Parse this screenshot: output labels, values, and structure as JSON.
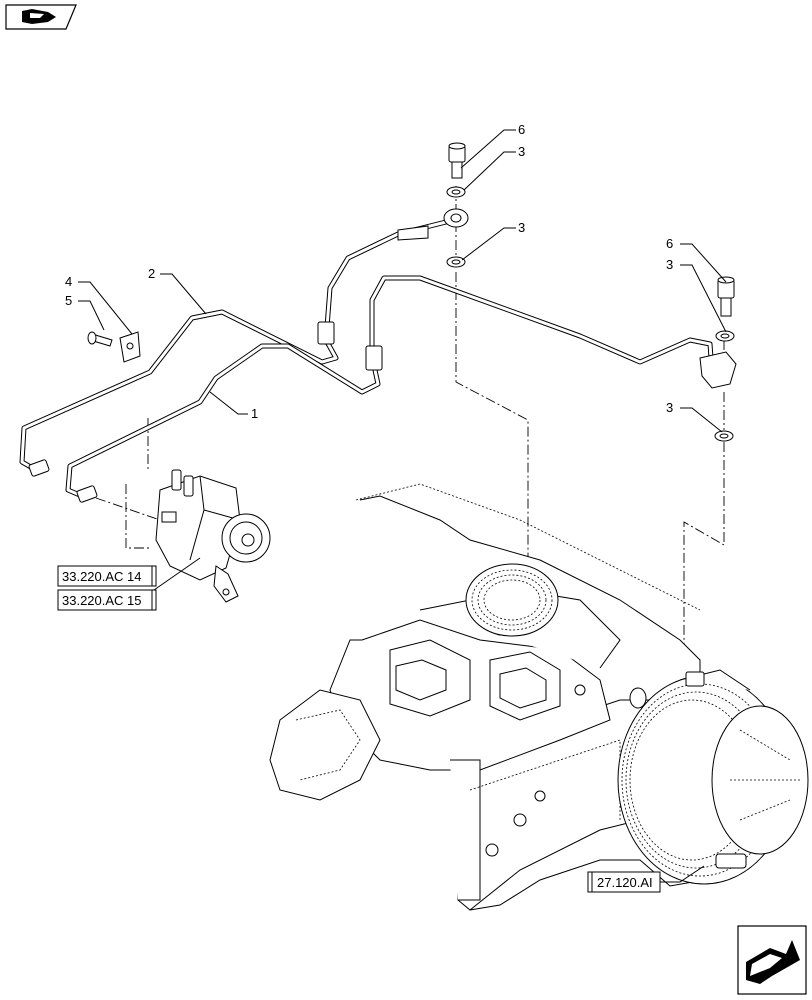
{
  "callouts": [
    {
      "id": "c6a",
      "text": "6"
    },
    {
      "id": "c3a",
      "text": "3"
    },
    {
      "id": "c3b",
      "text": "3"
    },
    {
      "id": "c6b",
      "text": "6"
    },
    {
      "id": "c3c",
      "text": "3"
    },
    {
      "id": "c3d",
      "text": "3"
    },
    {
      "id": "c4",
      "text": "4"
    },
    {
      "id": "c2",
      "text": "2"
    },
    {
      "id": "c5",
      "text": "5"
    },
    {
      "id": "c1",
      "text": "1"
    }
  ],
  "references": [
    {
      "id": "ref1",
      "text": "33.220.AC 14"
    },
    {
      "id": "ref2",
      "text": "33.220.AC 15"
    },
    {
      "id": "ref3",
      "text": "27.120.AI"
    }
  ],
  "icons": {
    "top_left": "book-arrow-icon",
    "bottom_right": "next-page-arrow-icon"
  }
}
